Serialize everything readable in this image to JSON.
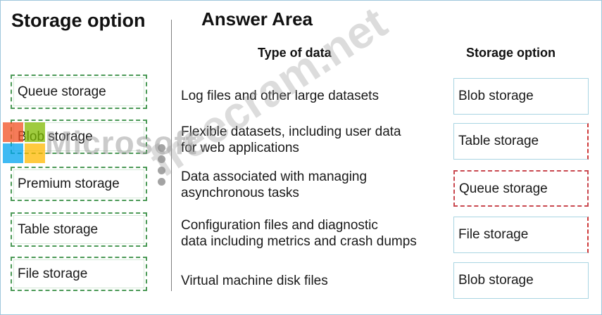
{
  "left_panel": {
    "title": "Storage option",
    "options": [
      "Queue storage",
      "Blob storage",
      "Premium storage",
      "Table storage",
      "File storage"
    ]
  },
  "answer_area": {
    "title": "Answer Area",
    "col_type": "Type of data",
    "col_storage": "Storage option",
    "rows": [
      {
        "type_line1": "Log files and other large datasets",
        "type_line2": "",
        "answer": "Blob storage"
      },
      {
        "type_line1": "Flexible datasets, including user data",
        "type_line2": "for web applications",
        "answer": "Table storage"
      },
      {
        "type_line1": "Data associated with managing",
        "type_line2": "asynchronous tasks",
        "answer": "Queue storage"
      },
      {
        "type_line1": "Configuration files and diagnostic",
        "type_line2": "data including metrics and crash dumps",
        "answer": "File storage"
      },
      {
        "type_line1": "Virtual machine disk files",
        "type_line2": "",
        "answer": "Blob storage"
      }
    ]
  },
  "watermark": {
    "logo_word": "Microsoft",
    "site": "freecram.net",
    "colors": {
      "red": "#f25022",
      "green": "#7fba00",
      "blue": "#00a4ef",
      "yellow": "#ffb900"
    }
  },
  "colors": {
    "option_border": "#4c9a57",
    "answer_border": "#a9d5e2",
    "marker_red": "#cf3b3b"
  }
}
